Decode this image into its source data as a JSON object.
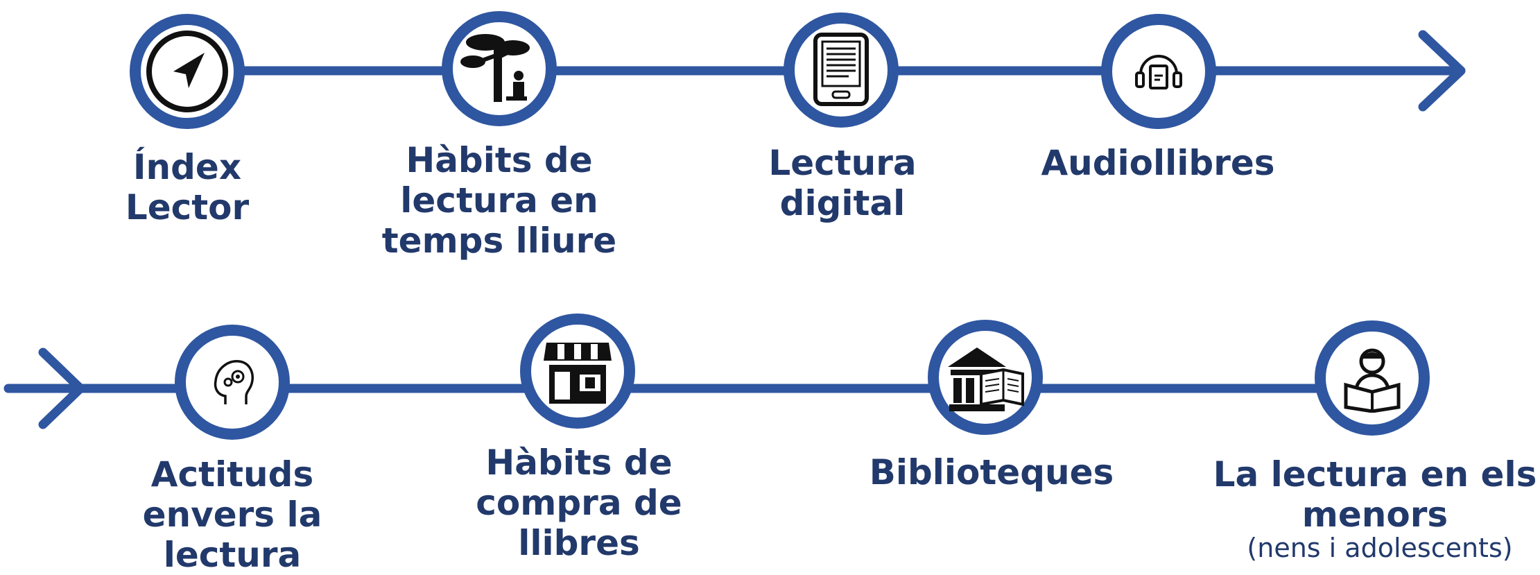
{
  "colors": {
    "accent": "#2f56a0",
    "text": "#22396b",
    "icon": "#111111"
  },
  "row1": [
    {
      "label": "Índex\nLector",
      "icon": "navigation-arrow-icon"
    },
    {
      "label": "Hàbits de\nlectura en\ntemps lliure",
      "icon": "tree-reader-icon"
    },
    {
      "label": "Lectura\ndigital",
      "icon": "ereader-icon"
    },
    {
      "label": "Audiollibres",
      "icon": "headphones-book-icon"
    }
  ],
  "row2": [
    {
      "label": "Actituds\nenvers la\nlectura",
      "icon": "head-gears-icon"
    },
    {
      "label": "Hàbits de\ncompra de\nllibres",
      "icon": "bookshop-icon"
    },
    {
      "label": "Biblioteques",
      "icon": "library-building-icon"
    },
    {
      "label": "La lectura en els\nmenors",
      "sublabel": "(nens i adolescents)",
      "icon": "child-reading-icon"
    }
  ]
}
